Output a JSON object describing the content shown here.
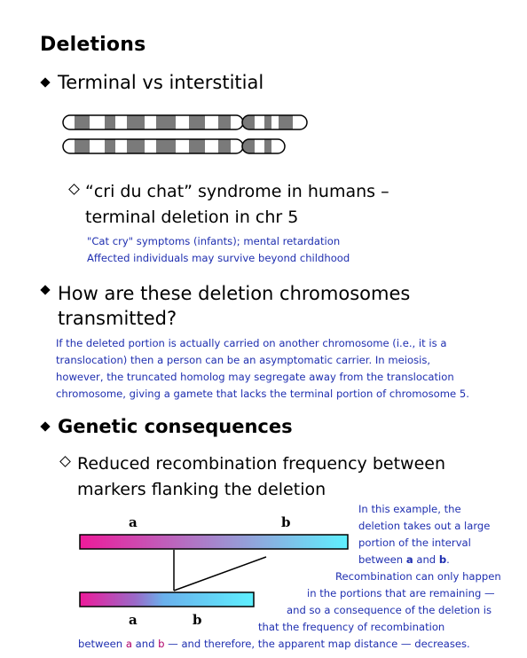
{
  "title": "Deletions",
  "section1": {
    "bullet": "Terminal vs interstitial",
    "sub_bullet_line1": "“cri du chat”  syndrome in humans –",
    "sub_bullet_line2": "terminal deletion in chr 5",
    "note_line1": "\"Cat cry\" symptoms (infants); mental retardation",
    "note_line2": "Affected individuals may survive beyond childhood"
  },
  "section2": {
    "bullet_line1": "How are these deletion chromosomes",
    "bullet_line2": "transmitted?",
    "note_lines": [
      "If the deleted portion is actually carried on another chromosome (i.e., it is a",
      "translocation) then a person can be an asymptomatic carrier.  In meiosis,",
      "however, the truncated homolog may segregate away from the translocation",
      "chromosome, giving a gamete that lacks the terminal portion of chromosome 5."
    ]
  },
  "section3": {
    "bullet": "Genetic consequences",
    "sub_bullet_line1": "Reduced recombination frequency between",
    "sub_bullet_line2": "markers flanking the deletion",
    "diagram": {
      "top_label_a": "a",
      "top_label_b": "b",
      "bottom_label_a": "a",
      "bottom_label_b": "b",
      "gradient_start": "#ee1a9a",
      "gradient_end": "#5ef0ff"
    },
    "note": {
      "l1": "In this example, the",
      "l2": "deletion takes out a large",
      "l3": "portion of the interval",
      "l4_pre": "between ",
      "l4_a": "a",
      "l4_mid": " and ",
      "l4_b": "b",
      "l4_end": ".",
      "l5": "Recombination can only happen",
      "l6": "in the portions that are remaining —",
      "l7": "and so a consequence of the deletion is",
      "l8": "that the frequency of recombination",
      "l9_pre": "between ",
      "l9_a": "a",
      "l9_mid": " and ",
      "l9_b": "b",
      "l9_end": " — and therefore, the apparent map distance — decreases."
    }
  }
}
